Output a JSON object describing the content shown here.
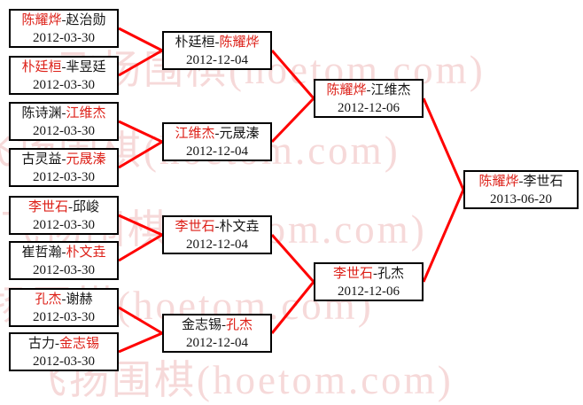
{
  "watermark": {
    "text": "飞扬围棋(hoetom.com)",
    "color": "#f6d9d9"
  },
  "separator": "-",
  "colors": {
    "winner_text": "#dd2018",
    "normal_text": "#151515",
    "connector_line": "#ff0000",
    "box_border": "#000000",
    "background": "#ffffff"
  },
  "rounds": {
    "round1": [
      {
        "p1": "陈耀烨",
        "p1_class": "win",
        "p2": "赵治勋",
        "p2_class": "lose",
        "date": "2012-03-30"
      },
      {
        "p1": "朴廷桓",
        "p1_class": "win",
        "p2": "芈昱廷",
        "p2_class": "lose",
        "date": "2012-03-30"
      },
      {
        "p1": "陈诗渊",
        "p1_class": "lose",
        "p2": "江维杰",
        "p2_class": "win",
        "date": "2012-03-30"
      },
      {
        "p1": "古灵益",
        "p1_class": "lose",
        "p2": "元晟溱",
        "p2_class": "win",
        "date": "2012-03-30"
      },
      {
        "p1": "李世石",
        "p1_class": "win",
        "p2": "邱峻",
        "p2_class": "lose",
        "date": "2012-03-30"
      },
      {
        "p1": "崔哲瀚",
        "p1_class": "lose",
        "p2": "朴文垚",
        "p2_class": "win",
        "date": "2012-03-30"
      },
      {
        "p1": "孔杰",
        "p1_class": "win",
        "p2": "谢赫",
        "p2_class": "lose",
        "date": "2012-03-30"
      },
      {
        "p1": "古力",
        "p1_class": "lose",
        "p2": "金志锡",
        "p2_class": "win",
        "date": "2012-03-30"
      }
    ],
    "round2": [
      {
        "p1": "朴廷桓",
        "p1_class": "lose",
        "p2": "陈耀烨",
        "p2_class": "win",
        "date": "2012-12-04"
      },
      {
        "p1": "江维杰",
        "p1_class": "win",
        "p2": "元晟溱",
        "p2_class": "lose",
        "date": "2012-12-04"
      },
      {
        "p1": "李世石",
        "p1_class": "win",
        "p2": "朴文垚",
        "p2_class": "lose",
        "date": "2012-12-04"
      },
      {
        "p1": "金志锡",
        "p1_class": "lose",
        "p2": "孔杰",
        "p2_class": "win",
        "date": "2012-12-04"
      }
    ],
    "semifinals": [
      {
        "p1": "陈耀烨",
        "p1_class": "win",
        "p2": "江维杰",
        "p2_class": "lose",
        "date": "2012-12-06"
      },
      {
        "p1": "李世石",
        "p1_class": "win",
        "p2": "孔杰",
        "p2_class": "lose",
        "date": "2012-12-06"
      }
    ],
    "final": [
      {
        "p1": "陈耀烨",
        "p1_class": "win",
        "p2": "李世石",
        "p2_class": "lose",
        "date": "2013-06-20"
      }
    ]
  }
}
